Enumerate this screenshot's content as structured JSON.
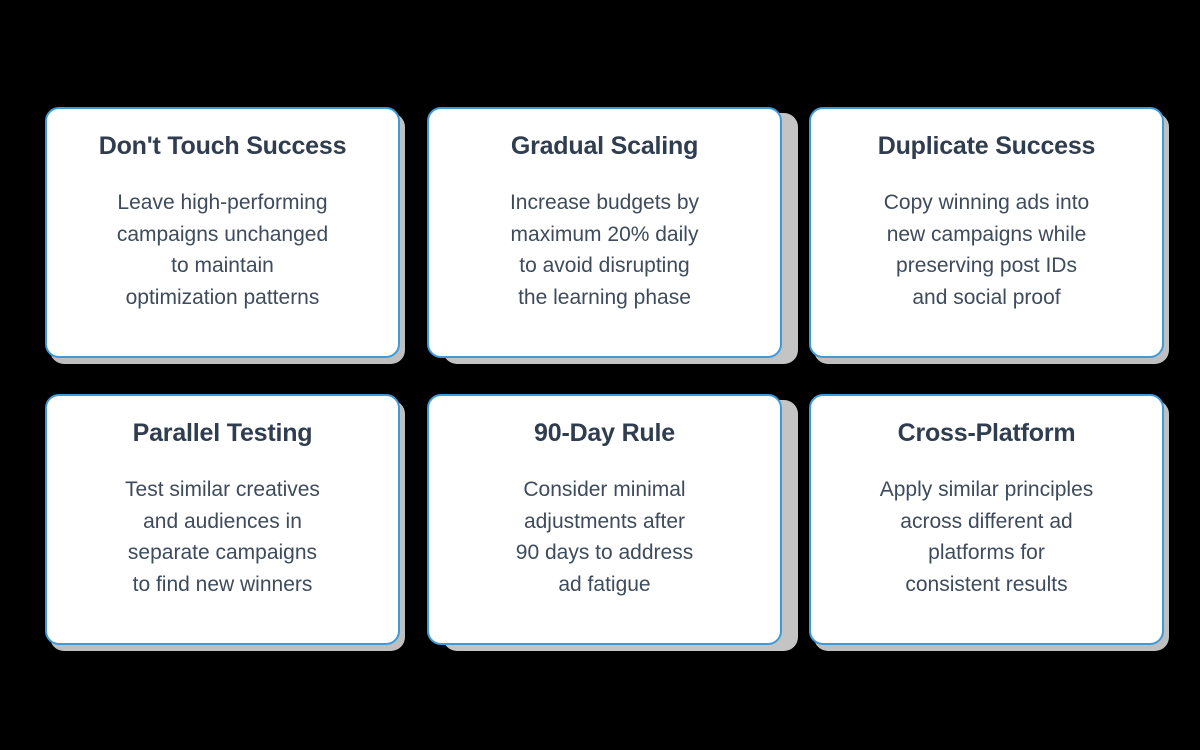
{
  "page": {
    "background_color": "#000000",
    "card_background": "#ffffff",
    "card_border_color": "#3e9bd8",
    "card_shadow_color": "#bfbfbf",
    "title_color": "#2f3d4f",
    "body_color": "#3d4b5c"
  },
  "cards": [
    {
      "id": "dont-touch-success",
      "title": "Don't Touch Success",
      "lines": [
        "Leave high-performing",
        "campaigns unchanged",
        "to maintain",
        "optimization patterns"
      ],
      "body": "Leave high-performing campaigns unchanged to maintain optimization patterns"
    },
    {
      "id": "gradual-scaling",
      "title": "Gradual Scaling",
      "lines": [
        "Increase budgets by",
        "maximum 20% daily",
        "to avoid disrupting",
        "the learning phase"
      ],
      "body": "Increase budgets by maximum 20% daily to avoid disrupting the learning phase"
    },
    {
      "id": "duplicate-success",
      "title": "Duplicate Success",
      "lines": [
        "Copy winning ads into",
        "new campaigns while",
        "preserving post IDs",
        "and social proof"
      ],
      "body": "Copy winning ads into new campaigns while preserving post IDs and social proof"
    },
    {
      "id": "parallel-testing",
      "title": "Parallel Testing",
      "lines": [
        "Test similar creatives",
        "and audiences in",
        "separate campaigns",
        "to find new winners"
      ],
      "body": "Test similar creatives and audiences in separate campaigns to find new winners"
    },
    {
      "id": "90-day-rule",
      "title": "90-Day Rule",
      "lines": [
        "Consider minimal",
        "adjustments after",
        "90 days to address",
        "ad fatigue"
      ],
      "body": "Consider minimal adjustments after 90 days to address ad fatigue"
    },
    {
      "id": "cross-platform",
      "title": "Cross-Platform",
      "lines": [
        "Apply similar principles",
        "across different ad",
        "platforms for",
        "consistent results"
      ],
      "body": "Apply similar principles across different ad platforms for consistent results"
    }
  ]
}
